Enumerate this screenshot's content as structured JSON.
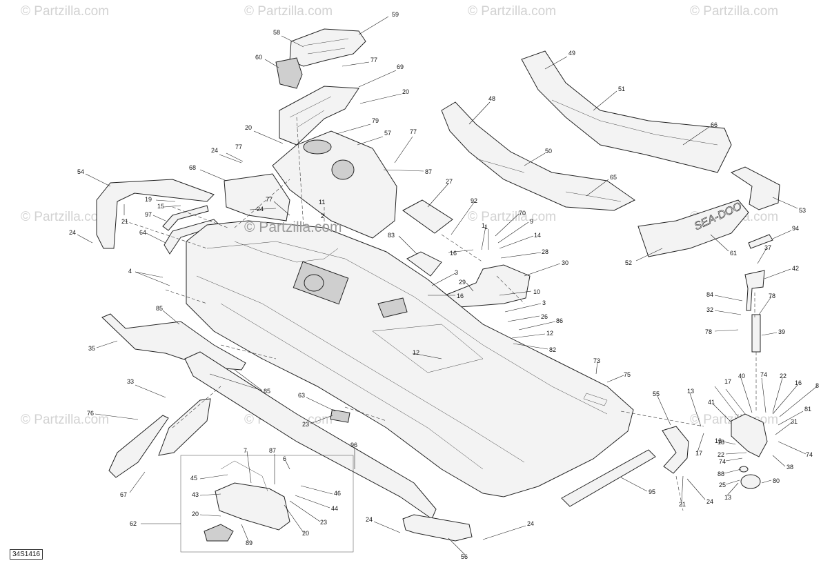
{
  "watermark": "© Partzilla.com",
  "center_watermark": "© Partzilla.com",
  "reference_code": "34S1416",
  "brand_on_seat": "SEA-DOO",
  "callouts": {
    "c1": "59",
    "c2": "58",
    "c3": "60",
    "c4": "77",
    "c5": "69",
    "c6": "20",
    "c7": "20",
    "c8": "79",
    "c9": "57",
    "c10": "77",
    "c11": "24",
    "c12": "77",
    "c13": "87",
    "c14": "68",
    "c15": "54",
    "c16": "19",
    "c17": "15",
    "c18": "97",
    "c19": "21",
    "c20": "24",
    "c21": "64",
    "c22": "24",
    "c23": "77",
    "c24": "11",
    "c25": "2",
    "c26": "27",
    "c27": "92",
    "c28": "70",
    "c29": "9",
    "c30": "14",
    "c31": "1",
    "c32": "28",
    "c33": "30",
    "c34": "16",
    "c35": "83",
    "c36": "3",
    "c37": "29",
    "c38": "16",
    "c39": "10",
    "c40": "3",
    "c41": "26",
    "c42": "86",
    "c43": "12",
    "c44": "82",
    "c45": "12",
    "c46": "4",
    "c47": "85",
    "c48": "35",
    "c49": "85",
    "c50": "33",
    "c51": "76",
    "c52": "67",
    "c53": "63",
    "c54": "23",
    "c55": "96",
    "c56": "73",
    "c57": "75",
    "c58": "7",
    "c59": "87",
    "c60": "6",
    "c61": "45",
    "c62": "43",
    "c63": "46",
    "c64": "44",
    "c65": "20",
    "c66": "23",
    "c67": "62",
    "c68": "20",
    "c69": "89",
    "c70": "24",
    "c71": "56",
    "c72": "24",
    "c73": "95",
    "c74": "55",
    "c75": "21",
    "c76": "24",
    "c77": "49",
    "c78": "51",
    "c79": "48",
    "c80": "66",
    "c81": "50",
    "c82": "65",
    "c83": "53",
    "c84": "61",
    "c85": "52",
    "c86": "94",
    "c87": "37",
    "c88": "42",
    "c89": "84",
    "c90": "32",
    "c91": "78",
    "c92": "78",
    "c93": "39",
    "c94": "13",
    "c95": "17",
    "c96": "40",
    "c97": "74",
    "c98": "22",
    "c99": "16",
    "c100": "8",
    "c101": "41",
    "c102": "81",
    "c103": "31",
    "c104": "18",
    "c105": "74",
    "c106": "13",
    "c107": "22",
    "c108": "74",
    "c109": "38",
    "c110": "88",
    "c111": "25",
    "c112": "80",
    "c113": "17",
    "c114": "13",
    "c115": "1"
  }
}
